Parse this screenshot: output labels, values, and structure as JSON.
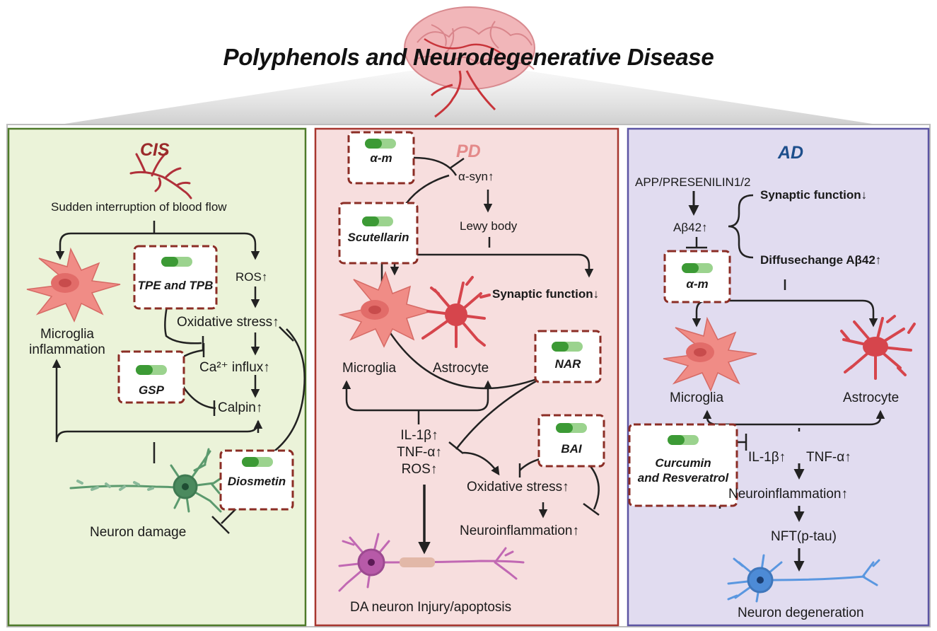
{
  "title": "Polyphenols and Neurodegenerative Disease",
  "colors": {
    "cis_bg": "#ebf3d9",
    "cis_border": "#4e7a2a",
    "pd_bg": "#f7dede",
    "pd_border": "#a7362f",
    "ad_bg": "#e1dcf0",
    "ad_border": "#5c55a3",
    "drug_box": "#8b2d25",
    "pill": "#3c9a35"
  },
  "icons": [
    "brain-icon",
    "blood-vessel-icon",
    "microglia-icon",
    "astrocyte-icon",
    "neuron-icon",
    "pill-icon"
  ],
  "cis": {
    "title": "CIS",
    "start": "Sudden interruption of blood flow",
    "ros": "ROS↑",
    "oxidative": "Oxidative stress↑",
    "calcium": "Ca²⁺ influx↑",
    "calpin": "Calpin↑",
    "microglia_line1": "Microglia",
    "microglia_line2": "inflammation",
    "neuron": "Neuron damage",
    "drugs": {
      "tpe": "TPE and TPB",
      "gsp": "GSP",
      "diosmetin": "Diosmetin"
    }
  },
  "pd": {
    "title": "PD",
    "asyn": "α-syn↑",
    "lewy": "Lewy body",
    "synaptic": "Synaptic function↓",
    "microglia": "Microglia",
    "astrocyte": "Astrocyte",
    "il1b": "IL-1β↑",
    "tnfa": "TNF-α↑",
    "ros": "ROS↑",
    "oxidative": "Oxidative stress↑",
    "neuroinflammation": "Neuroinflammation↑",
    "outcome": "DA neuron Injury/apoptosis",
    "drugs": {
      "am": "α-m",
      "scutellarin": "Scutellarin",
      "nar": "NAR",
      "bai": "BAI"
    }
  },
  "ad": {
    "title": "AD",
    "app": "APP/PRESENILIN1/2",
    "abeta": "Aβ42↑",
    "synaptic": "Synaptic function↓",
    "diffuse": "Diffusechange Aβ42↑",
    "microglia": "Microglia",
    "astrocyte": "Astrocyte",
    "il1b": "IL-1β↑",
    "tnfa": "TNF-α↑",
    "neuroinflammation": "Neuroinflammation↑",
    "nft": "NFT(p-tau)",
    "outcome": "Neuron degeneration",
    "drugs": {
      "am": "α-m",
      "curcumin_line1": "Curcumin",
      "curcumin_line2": "and Resveratrol"
    }
  }
}
